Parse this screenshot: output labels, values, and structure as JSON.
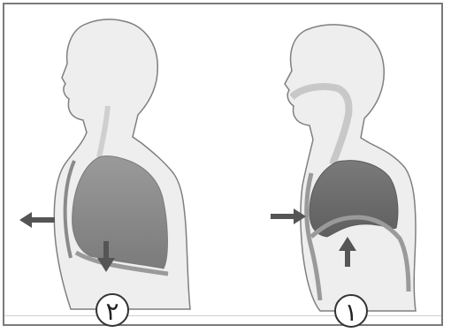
{
  "figure": {
    "panels": [
      {
        "id": "exhale",
        "label": "٢"
      },
      {
        "id": "inhale",
        "label": "١"
      }
    ]
  },
  "colors": {
    "skin": "#eeeeee",
    "outline": "#7f7f7f",
    "airway": "#d0d0d0",
    "lung_light": "#8f8f8f",
    "lung_dark": "#6a6a6a",
    "arrow": "#555555",
    "label_circle": "#333333"
  }
}
